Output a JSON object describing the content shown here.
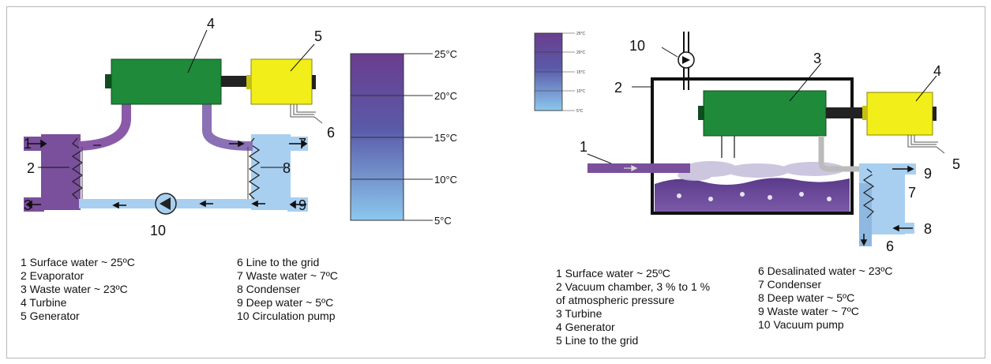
{
  "left": {
    "numbers": [
      "1",
      "2",
      "3",
      "4",
      "5",
      "6",
      "7",
      "8",
      "9",
      "10"
    ],
    "scale_ticks": [
      "25°C",
      "20°C",
      "15°C",
      "10°C",
      "5°C"
    ],
    "legend_col1": [
      "1 Surface water ~ 25ºC",
      "2 Evaporator",
      "3 Waste water ~ 23ºC",
      "4 Turbine",
      "5 Generator"
    ],
    "legend_col2": [
      "6  Line to the grid",
      "7 Waste water ~ 7ºC",
      "8 Condenser",
      "9 Deep water ~ 5ºC",
      "10 Circulation pump"
    ]
  },
  "right": {
    "numbers": [
      "1",
      "2",
      "3",
      "4",
      "5",
      "6",
      "7",
      "8",
      "9",
      "10"
    ],
    "scale_ticks": [
      "25°C",
      "20°C",
      "15°C",
      "10°C",
      "5°C"
    ],
    "legend_col1": [
      "1 Surface water ~ 25ºC",
      "2 Vacuum chamber, 3 % to 1 %",
      "of atmospheric pressure",
      "3 Turbine",
      "4 Generator",
      "5 Line to the grid"
    ],
    "legend_col2": [
      "6  Desalinated water ~ 23ºC",
      "7 Condenser",
      "8 Deep water ~ 5ºC",
      "9 Waste water ~ 7ºC",
      "10 Vacuum pump"
    ]
  },
  "colors": {
    "turbine": "#1f8a3a",
    "generator": "#f2ee1a",
    "warm_water": "#7a4f9c",
    "cold_water": "#8fc4ea"
  }
}
